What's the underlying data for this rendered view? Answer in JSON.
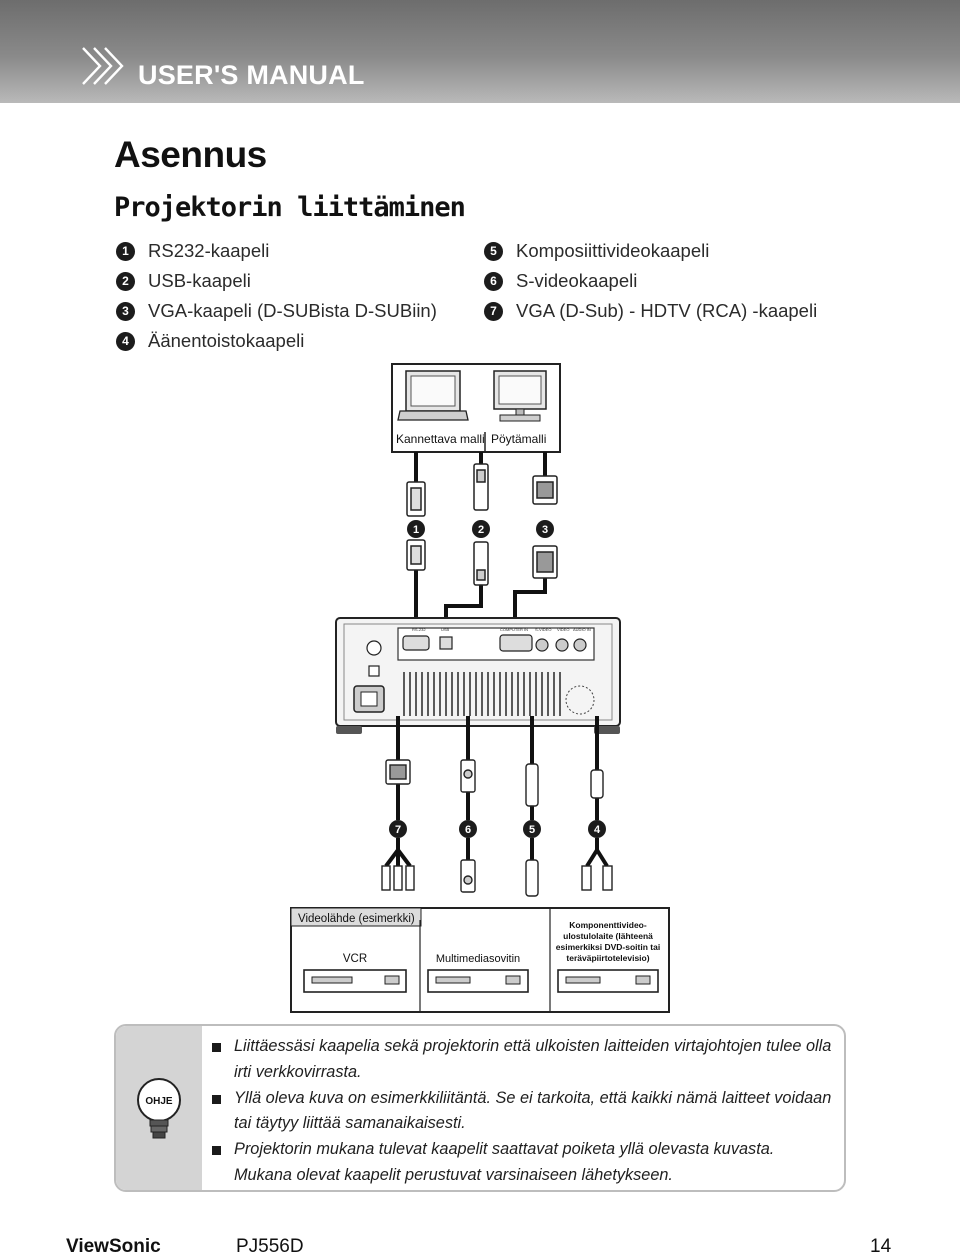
{
  "header": {
    "title": "USER'S MANUAL"
  },
  "page_title": "Asennus",
  "section_title": "Projektorin liittäminen",
  "cables_left": [
    {
      "num": "1",
      "label": "RS232-kaapeli"
    },
    {
      "num": "2",
      "label": "USB-kaapeli"
    },
    {
      "num": "3",
      "label": "VGA-kaapeli (D-SUBista D-SUBiin)"
    },
    {
      "num": "4",
      "label": "Äänentoistokaapeli"
    }
  ],
  "cables_right": [
    {
      "num": "5",
      "label": "Komposiittivideokaapeli"
    },
    {
      "num": "6",
      "label": "S-videokaapeli"
    },
    {
      "num": "7",
      "label": "VGA (D-Sub) - HDTV (RCA) -kaapeli"
    }
  ],
  "diagram": {
    "laptop_label": "Kannettava malli",
    "desktop_label": "Pöytämalli",
    "top_callouts": [
      "1",
      "2",
      "3"
    ],
    "bottom_callouts": [
      "7",
      "6",
      "5",
      "4"
    ],
    "port_labels": [
      "RS-232",
      "USB",
      "COMPUTER IN",
      "S-VIDEO",
      "VIDEO",
      "AUDIO IN"
    ],
    "video_source_label": "Videolähde (esimerkki)",
    "vcr_label": "VCR",
    "media_label": "Multimediasovitin",
    "component_label_lines": [
      "Komponenttivideo-",
      "ulostulolaite (lähteenä",
      "esimerkiksi DVD-soitin tai",
      "teräväpiirtotelevisio)"
    ]
  },
  "note": {
    "badge": "OHJE",
    "items": [
      "Liittäessäsi kaapelia sekä projektorin että ulkoisten laitteiden virtajohtojen tulee olla irti verkkovirrasta.",
      "Yllä oleva kuva on esimerkkiliitäntä. Se ei tarkoita, että kaikki nämä laitteet voidaan tai täytyy liittää samanaikaisesti.",
      "Projektorin mukana tulevat kaapelit saattavat poiketa yllä olevasta kuvasta. Mukana olevat kaapelit perustuvat varsinaiseen lähetykseen."
    ]
  },
  "footer": {
    "brand": "ViewSonic",
    "model": "PJ556D",
    "page": "14"
  }
}
